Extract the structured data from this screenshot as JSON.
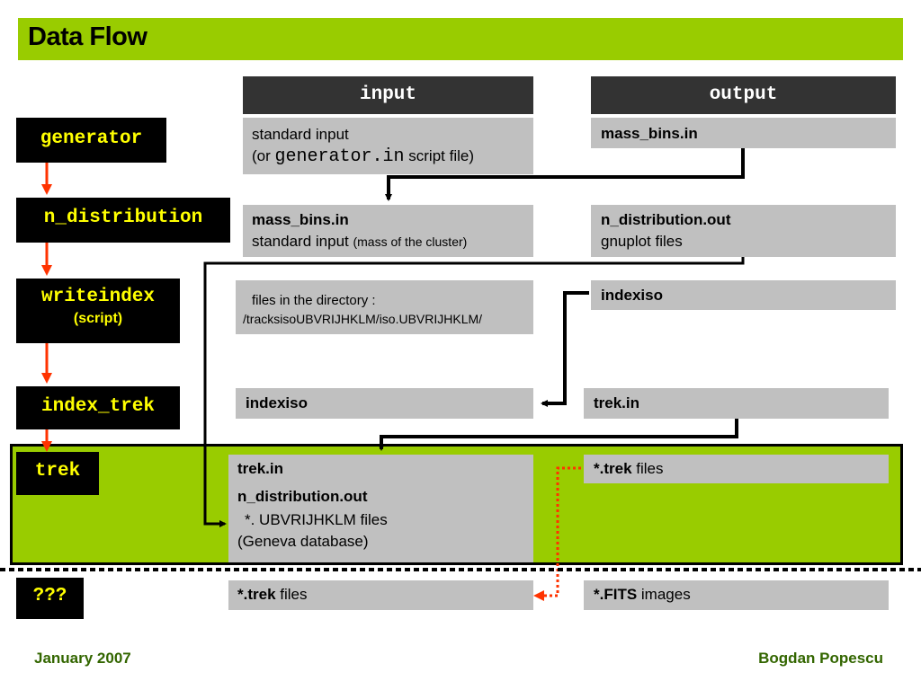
{
  "title": "Data Flow",
  "headers": {
    "input": "input",
    "output": "output"
  },
  "programs": {
    "generator": "generator",
    "n_distribution": "n_distribution",
    "writeindex": "writeindex",
    "writeindex_sub": "(script)",
    "index_trek": "index_trek",
    "trek": "trek",
    "unknown": "???"
  },
  "inputs": {
    "generator_line1": "standard input",
    "generator_line2_pre": "(or ",
    "generator_line2_code": "generator.in",
    "generator_line2_post": " script file)",
    "n_distribution_line1": "mass_bins.in",
    "n_distribution_line2": "standard input",
    "n_distribution_line2_note": "(mass of the cluster)",
    "writeindex_line1": "files in the directory :",
    "writeindex_line2": "/tracksisoUBVRIJHKLM/iso.UBVRIJHKLM/",
    "index_trek": "indexiso",
    "trek_line1": "trek.in",
    "trek_line2": "n_distribution.out",
    "trek_line3": "*. UBVRIJHKLM files",
    "trek_line4": "(Geneva database)",
    "unknown_bold": "*.trek",
    "unknown_rest": " files"
  },
  "outputs": {
    "generator": "mass_bins.in",
    "n_distribution_line1": "n_distribution.out",
    "n_distribution_line2": "gnuplot files",
    "writeindex": "indexiso",
    "index_trek": "trek.in",
    "trek_bold": "*.trek",
    "trek_rest": " files",
    "unknown_bold": "*.FITS",
    "unknown_rest": " images"
  },
  "footer": {
    "date": "January 2007",
    "author": "Bogdan Popescu"
  },
  "colors": {
    "title_bar": "#99cc00",
    "header_bg": "#333333",
    "program_bg": "#000000",
    "program_text": "#ffff00",
    "cell_bg": "#c0c0c0",
    "arrow_red": "#ff3300",
    "footer_text": "#336600"
  }
}
